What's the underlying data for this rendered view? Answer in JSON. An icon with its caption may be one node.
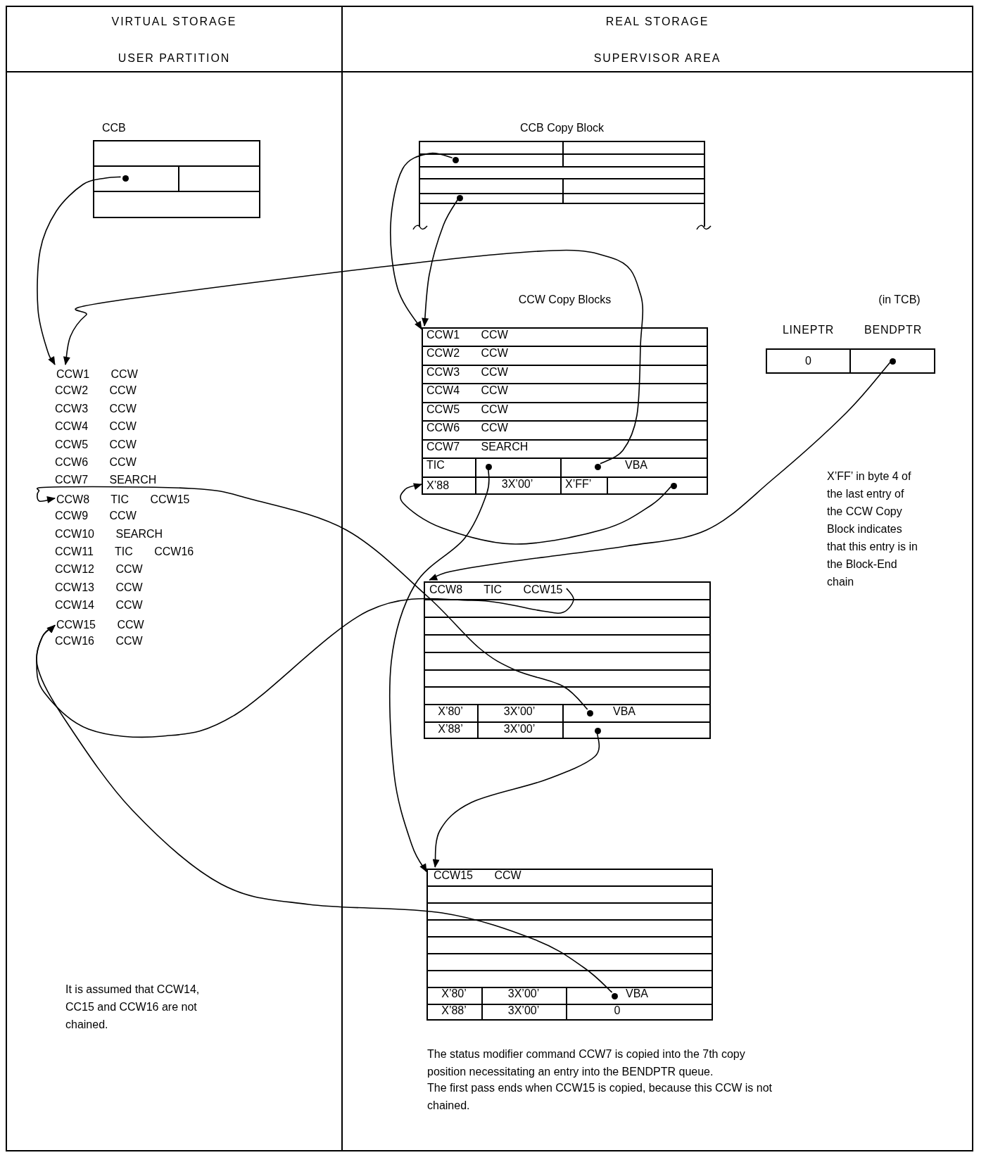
{
  "diagram": {
    "nodes": [
      {
        "text": [
          "VIRTUAL STORAGE",
          "USER PARTITION"
        ]
      },
      {
        "text": [
          "REAL STORAGE",
          "SUPERVISOR AREA"
        ]
      },
      {
        "text": [
          "CCB"
        ],
        "in": 0
      },
      {
        "text": [],
        "shape": "circle",
        "in": 2
      },
      {
        "text": [
          "CCW1 CCW"
        ],
        "in": 0
      },
      {
        "text": [
          "CCW8 TIC CCW15"
        ],
        "in": 0
      },
      {
        "text": [
          "CCW15 CCW"
        ],
        "in": 0
      },
      {
        "text": [
          "CCB Copy Block"
        ],
        "in": 1
      },
      {
        "text": [],
        "shape": "circle",
        "in": 7
      },
      {
        "text": [],
        "shape": "circle",
        "in": 7
      },
      {
        "text": [
          "CCW Copy Blocks"
        ],
        "in": 1
      },
      {
        "text": [],
        "shape": "circle",
        "in": 10
      },
      {
        "text": [],
        "shape": "circle",
        "in": 10
      },
      {
        "text": [
          "X’88"
        ],
        "in": 10
      },
      {
        "text": [],
        "shape": "circle",
        "in": 10
      },
      {
        "text": [
          "LINEPTR",
          "0"
        ],
        "in": 1
      },
      {
        "text": [
          "BENDPTR"
        ],
        "in": 1
      },
      {
        "text": [],
        "shape": "circle",
        "in": 16
      },
      {
        "text": [],
        "shape": "box",
        "in": 1
      },
      {
        "text": [
          "CCW8 TIC CCW15"
        ],
        "in": 18
      },
      {
        "text": [],
        "shape": "circle",
        "in": 18
      },
      {
        "text": [],
        "shape": "circle",
        "in": 18
      },
      {
        "text": [],
        "shape": "box",
        "in": 1
      },
      {
        "text": [],
        "shape": "circle",
        "in": 22
      }
    ],
    "edges": [
      {
        "from": 3,
        "to": 4,
        "arrow": "to"
      },
      {
        "from": 12,
        "to": 4,
        "arrow": "to"
      },
      {
        "from": 8,
        "to": 10,
        "arrow": "to"
      },
      {
        "from": 9,
        "to": 10,
        "arrow": "to"
      },
      {
        "from": 11,
        "to": 22,
        "arrow": "to"
      },
      {
        "from": 14,
        "to": 13,
        "arrow": "to"
      },
      {
        "from": 17,
        "to": 18,
        "arrow": "to"
      },
      {
        "from": 20,
        "to": 5,
        "arrow": "to"
      },
      {
        "from": 21,
        "to": 22,
        "arrow": "to"
      },
      {
        "from": 19,
        "to": 6,
        "arrow": "to"
      },
      {
        "from": 23,
        "to": 6,
        "arrow": "to"
      }
    ],
    "labels": [
      "(in TCB)",
      "CCW2 CCW",
      "CCW3 CCW",
      "CCW4 CCW",
      "CCW5 CCW",
      "CCW6 CCW",
      "CCW7 SEARCH",
      "CCW9 CCW",
      "CCW10 SEARCH",
      "CCW11 TIC CCW16",
      "CCW12 CCW",
      "CCW13 CCW",
      "CCW14 CCW",
      "CCW16 CCW",
      "CCW1 CCW",
      "CCW2 CCW",
      "CCW3 CCW",
      "CCW4 CCW",
      "CCW5 CCW",
      "CCW6 CCW",
      "CCW7 SEARCH",
      "TIC",
      "VBA",
      "3X’00’",
      "X’FF’",
      "X’FF’ in byte 4 of the last entry of the CCW Copy Block indicates that this entry is in the Block-End chain",
      "X’80’",
      "3X’00’",
      "VBA",
      "X’88’",
      "3X’00’",
      "CCW15 CCW",
      "X’80’",
      "3X’00’",
      "VBA",
      "X’88’",
      "3X’00’",
      "0",
      "It is assumed that CCW14, CC15 and CCW16 are not chained.",
      "The status modifier command CCW7 is copied into the 7th copy position necessitating an entry into the BENDPTR queue.",
      "The first pass ends when CCW15 is copied, because this CCW is not chained."
    ]
  }
}
